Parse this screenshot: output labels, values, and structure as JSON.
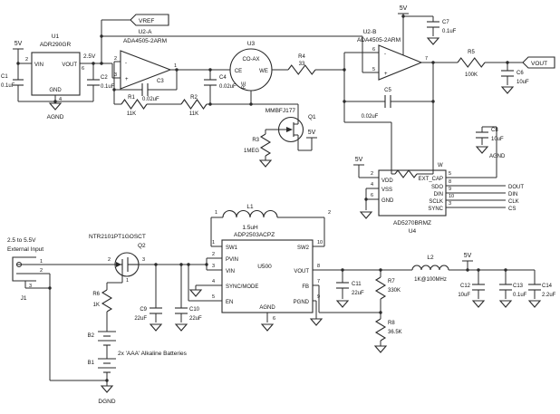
{
  "nets": {
    "v5": "5V",
    "v25": "2.5V",
    "vref": "VREF",
    "vout": "VOUT",
    "agnd": "AGND",
    "dgnd": "DGND",
    "dout": "DOUT",
    "din": "DIN",
    "clk": "CLK",
    "cs": "CS"
  },
  "u1": {
    "ref": "U1",
    "part": "ADR290GR",
    "vin": "VIN",
    "vout": "VOUT",
    "gnd": "GND",
    "n_vin": "2",
    "n_vout": "6",
    "n_gnd": "4"
  },
  "u2a": {
    "ref": "U2-A",
    "part": "ADA4505-2ARM",
    "minus": "-",
    "plus": "+",
    "n_inv": "2",
    "n_non": "3",
    "n_out": "1"
  },
  "u2b": {
    "ref": "U2-B",
    "part": "ADA4505-2ARM",
    "minus": "-",
    "plus": "+",
    "n_inv": "6",
    "n_non": "5",
    "n_out": "7"
  },
  "u3": {
    "ref": "U3",
    "part": "CO-AX",
    "ce": "CE",
    "we": "WE",
    "re": "RE"
  },
  "q1": {
    "ref": "Q1",
    "part": "MMBFJ177"
  },
  "u4": {
    "ref": "U4",
    "part": "AD5270BRMZ",
    "vdd": "VDD",
    "vss": "VSS",
    "gnd": "GND",
    "ext_cap": "EXT_CAP",
    "sdo": "SDO",
    "din": "DIN",
    "sclk": "SCLK",
    "sync": "SYNC",
    "w": "W",
    "n_vdd": "2",
    "n_vss": "4",
    "n_gnd": "6",
    "n_ext_cap": "5",
    "n_sdo": "8",
    "n_din": "9",
    "n_sclk": "10",
    "n_sync": "3"
  },
  "u500": {
    "ref": "U500",
    "part": "ADP2503ACPZ",
    "sw1": "SW1",
    "pvin": "PVIN",
    "vin": "VIN",
    "sync_mode": "SYNC/MODE",
    "en": "EN",
    "sw2": "SW2",
    "vout": "VOUT",
    "fb": "FB",
    "pgnd": "PGND",
    "agnd": "AGND",
    "n_sw1": "1",
    "n_pvin": "2",
    "n_vin": "3",
    "n_sync": "4",
    "n_en": "5",
    "n_sw2": "10",
    "n_vout": "8",
    "n_fb": "7",
    "n_pgnd": "9",
    "n_agnd": "6"
  },
  "q2": {
    "ref": "Q2",
    "part": "NTR2101PT1GOSCT",
    "n1": "1",
    "n2": "2",
    "n3": "3"
  },
  "j1": {
    "ref": "J1",
    "n1": "1",
    "n2": "2",
    "n3": "3"
  },
  "r1": {
    "ref": "R1",
    "value": "11K"
  },
  "r2": {
    "ref": "R2",
    "value": "11K"
  },
  "r3": {
    "ref": "R3",
    "value": "1MEG"
  },
  "r4": {
    "ref": "R4",
    "value": "33"
  },
  "r5": {
    "ref": "R5",
    "value": "100K"
  },
  "r6": {
    "ref": "R6",
    "value": "1K"
  },
  "r7": {
    "ref": "R7",
    "value": "330K"
  },
  "r8": {
    "ref": "R8",
    "value": "36.5K"
  },
  "c1": {
    "ref": "C1",
    "value": "0.1uF"
  },
  "c2": {
    "ref": "C2",
    "value": "0.1uF"
  },
  "c3": {
    "ref": "C3",
    "value": "0.02uF"
  },
  "c4": {
    "ref": "C4",
    "value": "0.02uF"
  },
  "c5": {
    "ref": "C5",
    "value": "0.02uF"
  },
  "c6": {
    "ref": "C6",
    "value": "10uF"
  },
  "c7": {
    "ref": "C7",
    "value": "0.1uF"
  },
  "c8": {
    "ref": "C8",
    "value": "10uF"
  },
  "c9": {
    "ref": "C9",
    "value": "22uF"
  },
  "c10": {
    "ref": "C10",
    "value": "22uF"
  },
  "c11": {
    "ref": "C11",
    "value": "22uF"
  },
  "c12": {
    "ref": "C12",
    "value": "10uF"
  },
  "c13": {
    "ref": "C13",
    "value": "0.1uF"
  },
  "c14": {
    "ref": "C14",
    "value": "2.2uF"
  },
  "l1": {
    "ref": "L1",
    "value": "1.5uH",
    "n1": "1",
    "n2": "2"
  },
  "l2": {
    "ref": "L2",
    "value": "1K@100MHz"
  },
  "b1": {
    "ref": "B1"
  },
  "b2": {
    "ref": "B2"
  },
  "notes": {
    "input_range": "2.5 to 5.5V",
    "input_label": "External Input",
    "battery": "2x 'AAA' Alkaline Batteries"
  }
}
